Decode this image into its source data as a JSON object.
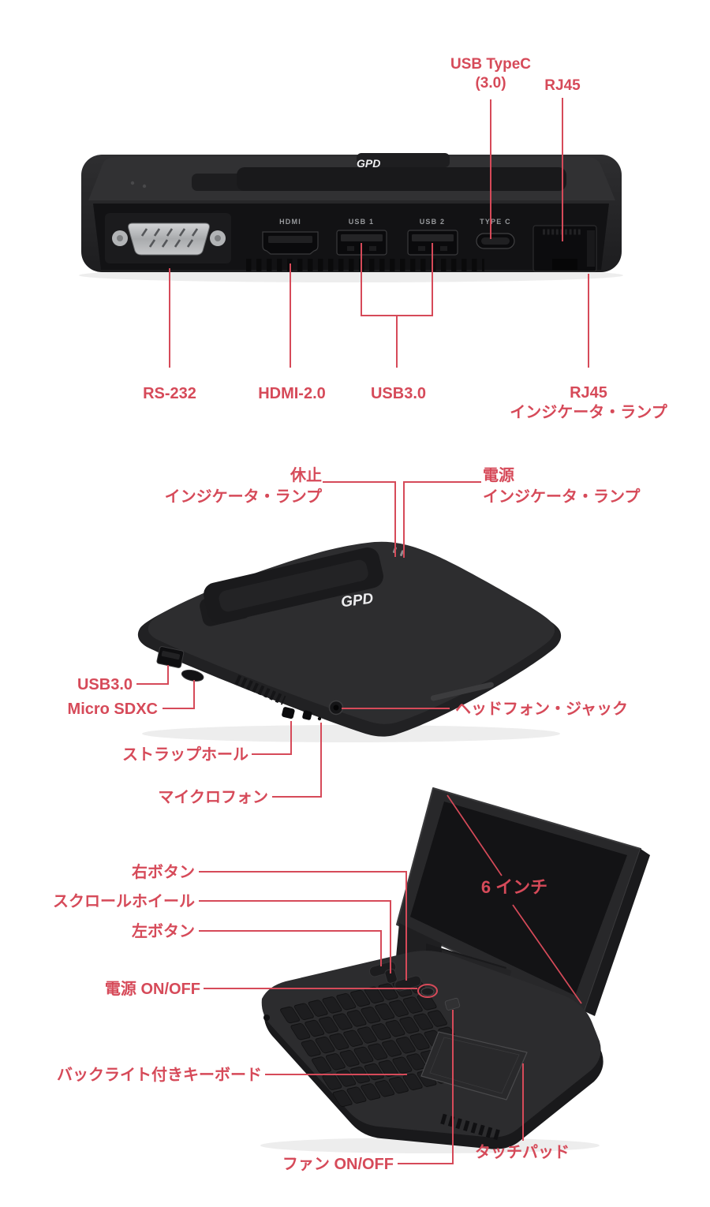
{
  "colors": {
    "accent": "#d64a59",
    "port_label": "#97999c"
  },
  "logo": "GPD",
  "back_view": {
    "callout_usb_typec_line1": "USB TypeC",
    "callout_usb_typec_line2": "(3.0)",
    "callout_rj45": "RJ45",
    "port_hdmi": "HDMI",
    "port_usb1": "USB 1",
    "port_usb2": "USB 2",
    "port_typec": "TYPE C",
    "callout_rs232": "RS-232",
    "callout_hdmi": "HDMI-2.0",
    "callout_usb3": "USB3.0",
    "callout_rj45_lamp_line1": "RJ45",
    "callout_rj45_lamp_line2": "インジケータ・ランプ"
  },
  "closed_view": {
    "callout_suspend_line1": "休止",
    "callout_suspend_line2": "インジケータ・ランプ",
    "callout_power_line1": "電源",
    "callout_power_line2": "インジケータ・ランプ",
    "callout_usb3": "USB3.0",
    "callout_micro_sdxc": "Micro SDXC",
    "callout_strap_hole": "ストラップホール",
    "callout_microphone": "マイクロフォン",
    "callout_headphone_jack": "ヘッドフォン・ジャック"
  },
  "open_view": {
    "callout_right_button": "右ボタン",
    "callout_scroll_wheel": "スクロールホイール",
    "callout_left_button": "左ボタン",
    "callout_power_switch": "電源 ON/OFF",
    "callout_backlit_keyboard": "バックライト付きキーボード",
    "callout_fan_switch": "ファン ON/OFF",
    "callout_touchpad": "タッチパッド",
    "callout_screen_size": "6 インチ"
  }
}
